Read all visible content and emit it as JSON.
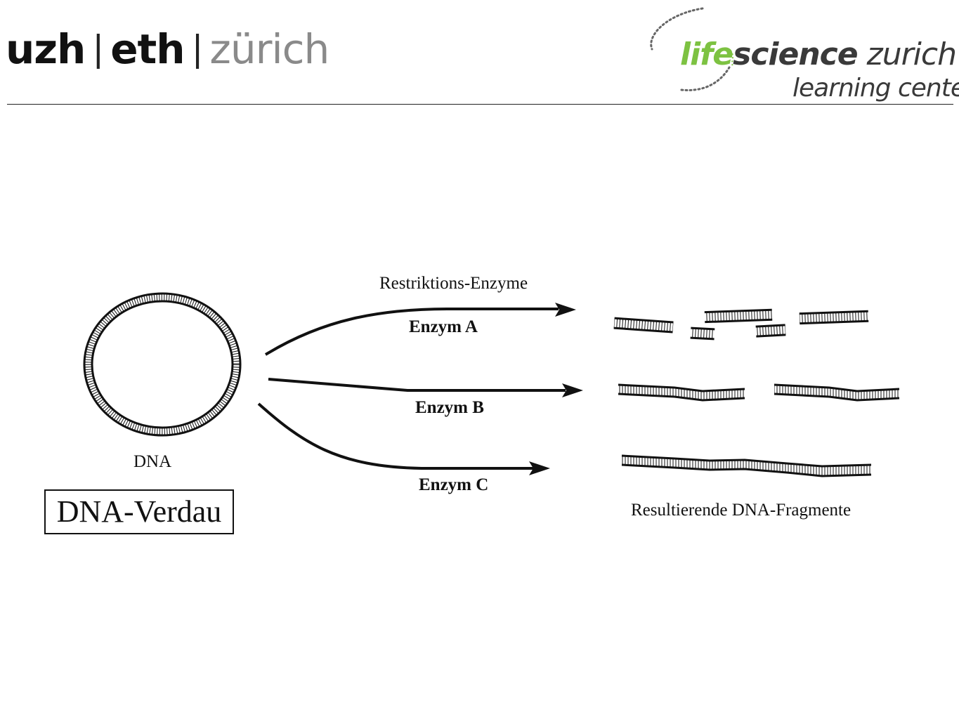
{
  "header": {
    "brand": {
      "part1": "uzh",
      "separator": "|",
      "part2": "eth",
      "part3": "zürich"
    },
    "logo": {
      "word1": "life",
      "word2": "science",
      "word3": "zurich",
      "line2": "learning center",
      "green": "#7dc242"
    }
  },
  "diagram": {
    "restriction_label": "Restriktions-Enzyme",
    "enzyme_a": "Enzym A",
    "enzyme_b": "Enzym B",
    "enzyme_c": "Enzym C",
    "dna_label": "DNA",
    "title": "DNA-Verdau",
    "fragments_label": "Resultierende DNA-Fragmente"
  }
}
